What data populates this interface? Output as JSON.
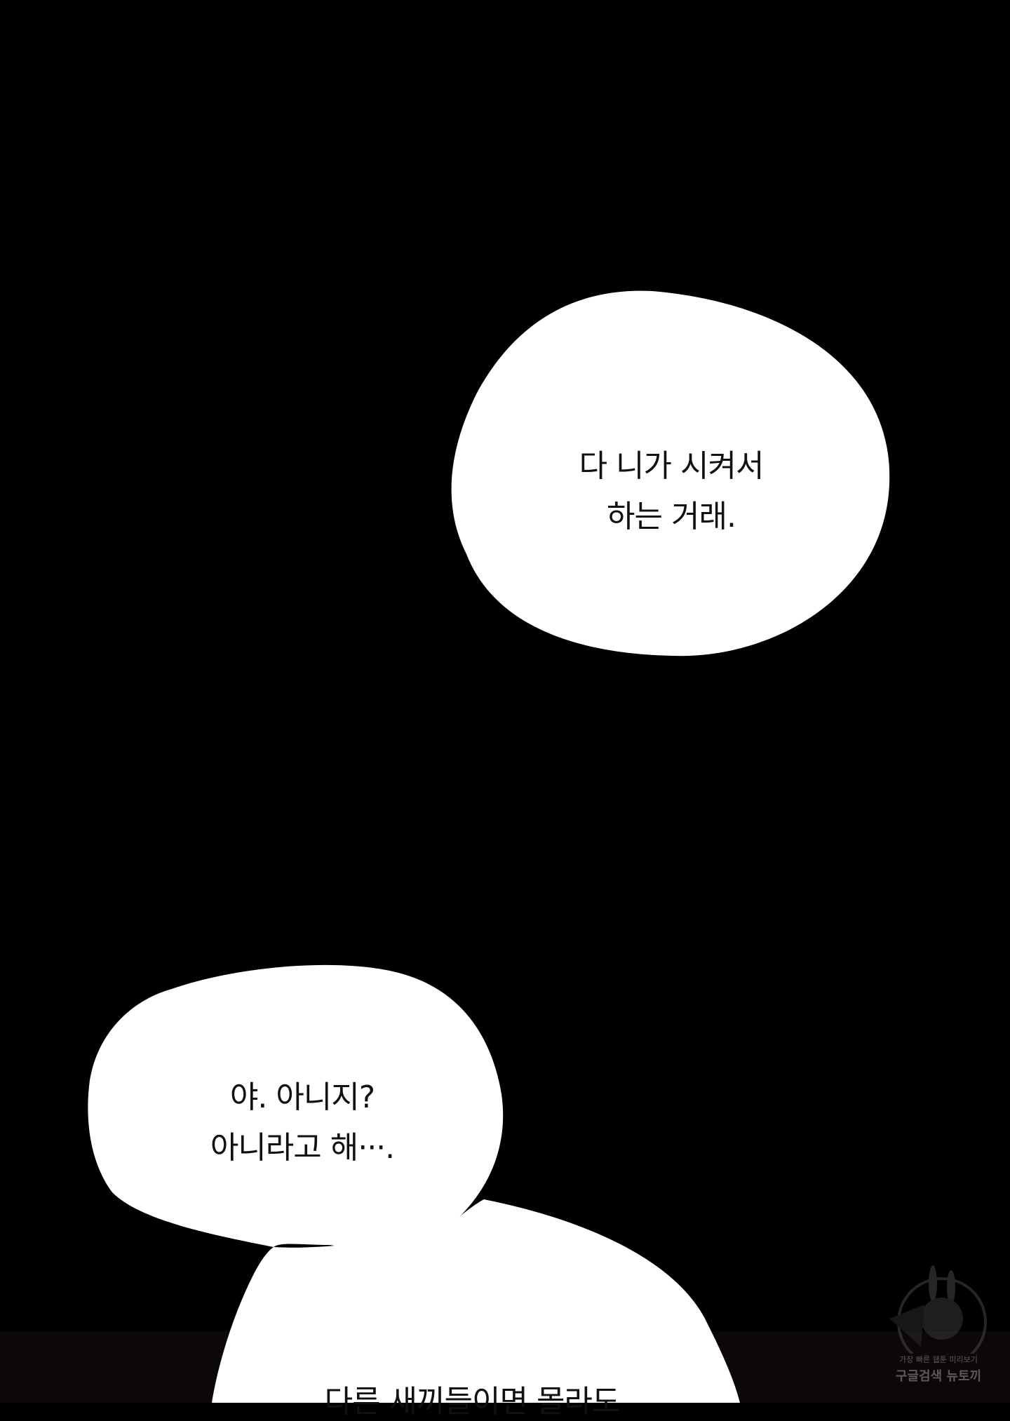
{
  "bubbles": [
    {
      "lines": [
        "다 니가 시켜서",
        "하는 거래."
      ]
    },
    {
      "lines": [
        "야. 아니지?",
        "아니라고 해···."
      ]
    },
    {
      "lines": [
        "다른 새끼들이면 몰라도"
      ]
    }
  ],
  "watermark": {
    "line1": "가장 빠른 웹툰 미리보기",
    "line2": "구글검색 뉴토끼"
  }
}
